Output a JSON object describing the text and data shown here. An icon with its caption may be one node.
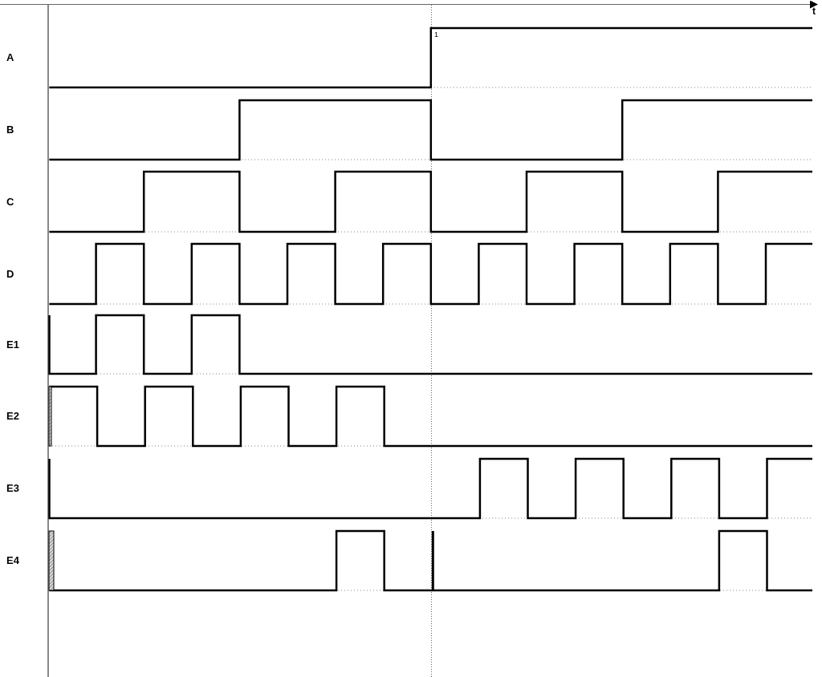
{
  "diagram": {
    "labels": [
      "t",
      "1",
      "A",
      "B",
      "C",
      "D",
      "E1",
      "E2",
      "E3",
      "E4"
    ]
  }
}
